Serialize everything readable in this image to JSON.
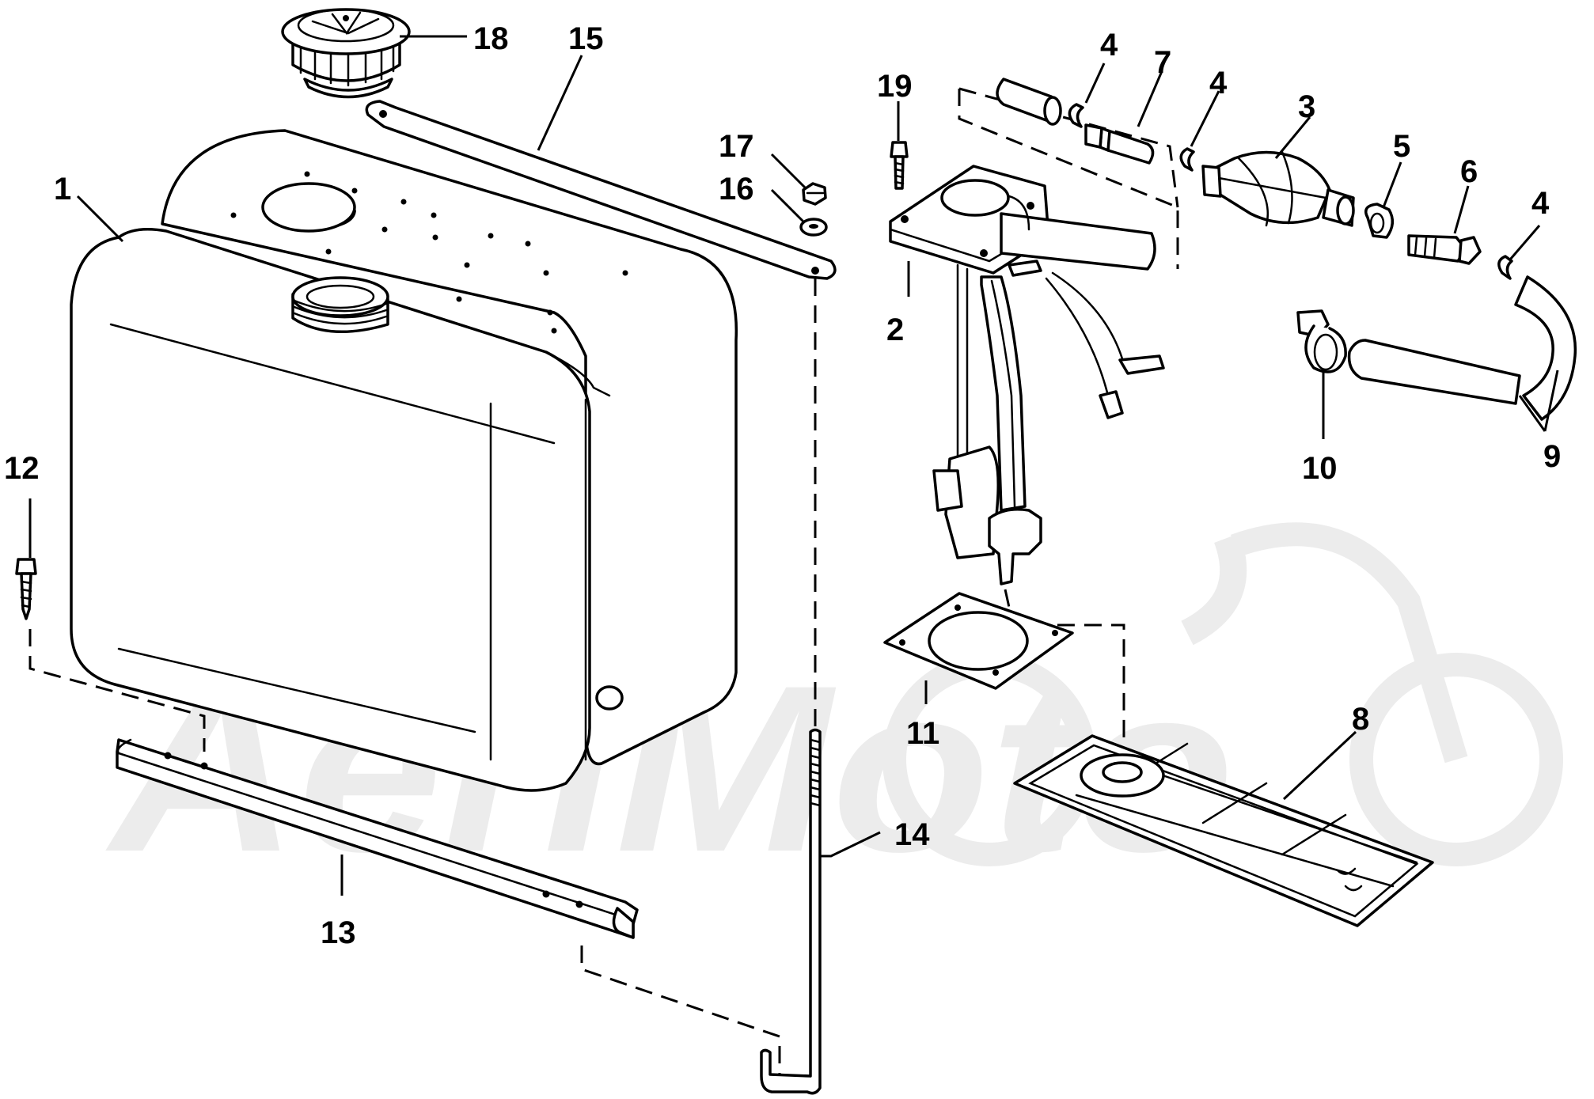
{
  "diagram": {
    "watermark_text": "AeriMoto",
    "callouts": {
      "c1": "1",
      "c2": "2",
      "c3": "3",
      "c4a": "4",
      "c4b": "4",
      "c4c": "4",
      "c5": "5",
      "c6": "6",
      "c7": "7",
      "c8": "8",
      "c9": "9",
      "c10": "10",
      "c11": "11",
      "c12": "12",
      "c13": "13",
      "c14": "14",
      "c15": "15",
      "c16": "16",
      "c17": "17",
      "c18": "18",
      "c19": "19"
    }
  }
}
